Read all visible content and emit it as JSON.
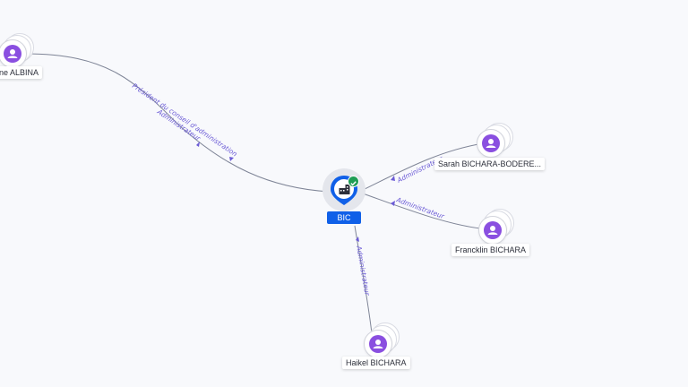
{
  "center": {
    "label": "BIC",
    "icon": "building-icon",
    "status_icon": "check-icon",
    "color": "#1060e8",
    "status_color": "#1f9d55"
  },
  "people": [
    {
      "name": "ne ALBINA",
      "relations": [
        "Président du conseil d'administration",
        "Administrateur"
      ]
    },
    {
      "name": "Sarah BICHARA-BODERE...",
      "relations": [
        "Administrateur"
      ]
    },
    {
      "name": "Francklin BICHARA",
      "relations": [
        "Administrateur"
      ]
    },
    {
      "name": "Haikel BICHARA",
      "relations": [
        "Administrateur"
      ]
    }
  ],
  "colors": {
    "avatar": "#8a4fe0",
    "edge_label": "#6b5bd6",
    "edge": "#7f8597"
  }
}
